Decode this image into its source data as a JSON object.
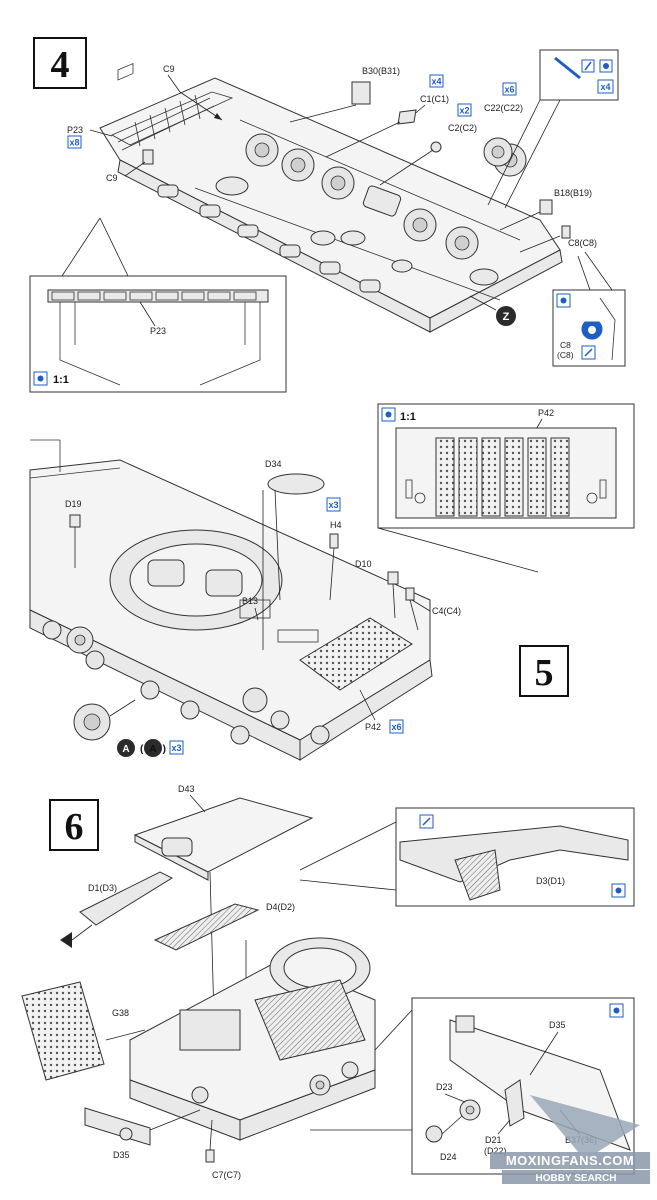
{
  "steps": [
    {
      "number": "4"
    },
    {
      "number": "5"
    },
    {
      "number": "6"
    }
  ],
  "step4": {
    "labels": {
      "c9_top": "C9",
      "b30": "B30(B31)",
      "c1": "C1(C1)",
      "c2": "C2(C2)",
      "c22": "C22(C22)",
      "p23": "P23",
      "c9_left": "C9",
      "b18": "B18(B19)",
      "c8": "C8(C8)",
      "p23_inset": "P23",
      "c8_inset_1": "C8",
      "c8_inset_2": "(C8)"
    },
    "quantities": {
      "c1": "x4",
      "c2": "x2",
      "c22": "x6",
      "p23": "x8",
      "tool_inset": "x4"
    },
    "marker": "Z",
    "scale": "1:1"
  },
  "step5": {
    "labels": {
      "p42_inset": "P42",
      "d34": "D34",
      "d19": "D19",
      "h4": "H4",
      "b13": "B13",
      "d10": "D10",
      "c4": "C4(C4)",
      "p42": "P42"
    },
    "quantities": {
      "h4": "x3",
      "p42": "x6",
      "wheel": "x3"
    },
    "marker": "A",
    "marker_paren": "(A)",
    "scale": "1:1"
  },
  "step6": {
    "labels": {
      "d43": "D43",
      "d1": "D1(D3)",
      "d4": "D4(D2)",
      "d3_inset": "D3(D1)",
      "g38": "G38",
      "d35_inset": "D35",
      "d23": "D23",
      "d21": "D21",
      "d22": "(D22)",
      "d24": "D24",
      "b37": "B37(36)",
      "d35": "D35",
      "c7": "C7(C7)"
    }
  },
  "watermark": {
    "line1": "MOXINGFANS.COM",
    "line2": "HOBBY SEARCH"
  }
}
